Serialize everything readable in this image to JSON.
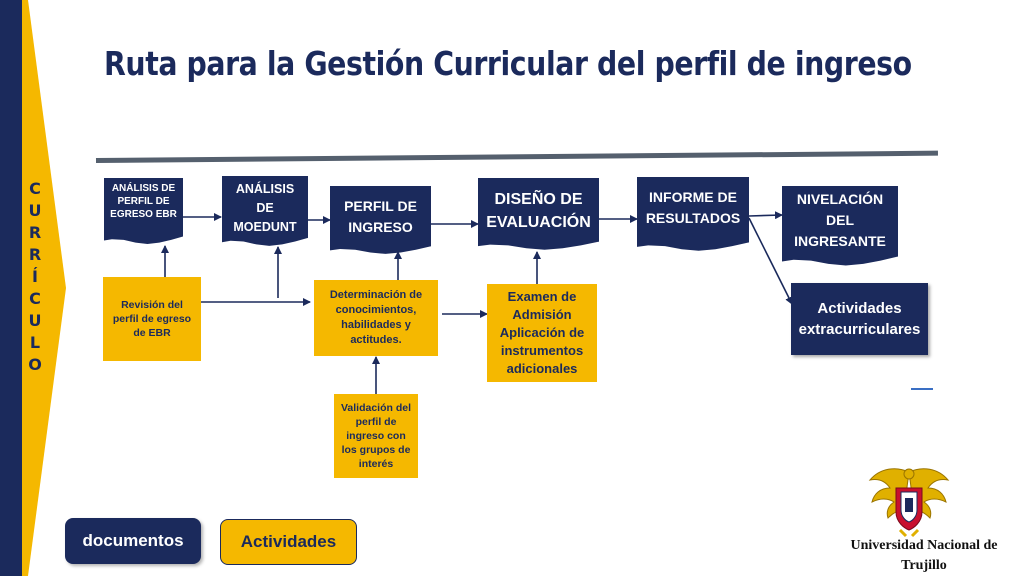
{
  "title": "Ruta para la Gestión Curricular del perfil de ingreso",
  "side_label": [
    "C",
    "U",
    "R",
    "R",
    "Í",
    "C",
    "U",
    "L",
    "O"
  ],
  "documents": {
    "analisis_perfil_egreso": "ANÁLISIS DE PERFIL DE EGRESO EBR",
    "analisis_moedunt": "ANÁLISIS DE MOEDUNT",
    "perfil_ingreso": "PERFIL DE INGRESO",
    "diseno_evaluacion": "DISEÑO DE EVALUACIÓN",
    "informe_resultados": "INFORME DE RESULTADOS",
    "nivelacion_ingresante": "NIVELACIÓN DEL INGRESANTE",
    "actividades_extracurriculares": "Actividades extracurriculares"
  },
  "activities": {
    "revision_perfil": "Revisión del perfil de egreso de EBR",
    "determinacion": "Determinación de conocimientos, habilidades y actitudes.",
    "examen_admision": "Examen de Admisión Aplicación de instrumentos adicionales",
    "validacion_perfil": "Validación del perfil de ingreso con los grupos de interés"
  },
  "legend": {
    "documentos": "documentos",
    "actividades": "Actividades"
  },
  "university": "Universidad Nacional de Trujillo",
  "colors": {
    "navy": "#1b2a5c",
    "gold": "#f5b800",
    "rule": "#55606e"
  }
}
